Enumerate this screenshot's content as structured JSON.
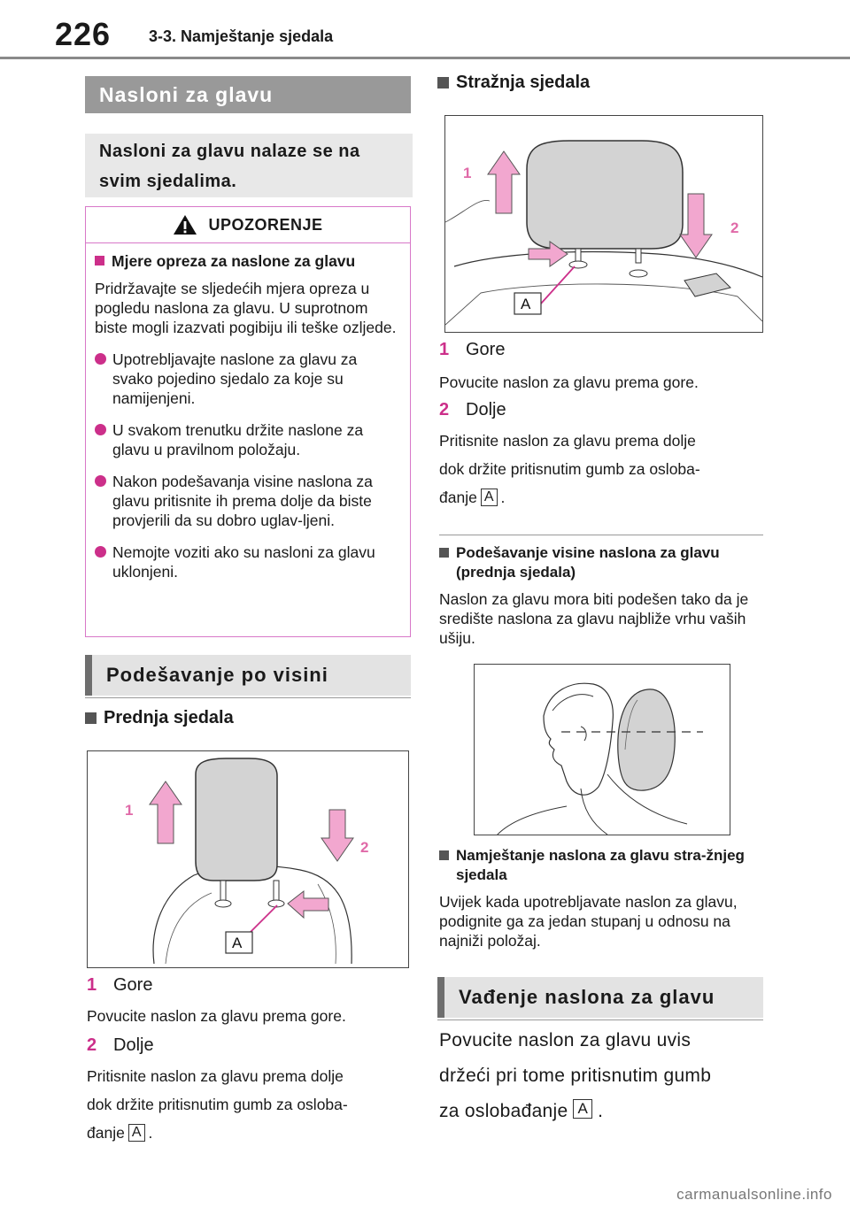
{
  "header": {
    "page_number": "226",
    "chapter": "3-3. Namještanje sjedala"
  },
  "left": {
    "section1_title": "Nasloni za glavu",
    "intro": "Nasloni za glavu nalaze se na svim sjedalima.",
    "warning": {
      "title": "UPOZORENJE",
      "subtitle": "Mjere opreza za naslone za glavu",
      "text": "Pridržavajte se sljedećih mjera opreza u pogledu naslona za glavu. U suprotnom biste mogli izazvati pogibiju ili teške ozljede.",
      "bullets": [
        "Upotrebljavajte naslone za glavu za svako pojedino sjedalo za koje su namijenjeni.",
        "U svakom trenutku držite naslone za glavu u pravilnom položaju.",
        "Nakon podešavanja visine naslona za glavu pritisnite ih prema dolje da biste provjerili da su dobro uglav-ljeni.",
        "Nemojte voziti ako su nasloni za glavu uklonjeni."
      ]
    },
    "section2_title": "Podešavanje po visini",
    "front_heading": "Prednja sjedala",
    "figure_labels": {
      "up": "1",
      "down": "2",
      "button": "A"
    },
    "step1": {
      "num": "1",
      "label": "Gore",
      "desc": "Povucite naslon za glavu prema gore."
    },
    "step2": {
      "num": "2",
      "label": "Dolje",
      "desc_a": "Pritisnite naslon za glavu prema dolje",
      "desc_b": "dok držite pritisnutim gumb za osloba-",
      "desc_c": "đanje",
      "key": "A",
      "end": "."
    }
  },
  "right": {
    "rear_heading": "Stražnja sjedala",
    "figure_labels": {
      "up": "1",
      "down": "2",
      "button": "A"
    },
    "step1": {
      "num": "1",
      "label": "Gore",
      "desc": "Povucite naslon za glavu prema gore."
    },
    "step2": {
      "num": "2",
      "label": "Dolje",
      "desc_a": "Pritisnite naslon za glavu prema dolje",
      "desc_b": "dok držite pritisnutim gumb za osloba-",
      "desc_c": "đanje",
      "key": "A",
      "end": "."
    },
    "adjust_heading": "Podešavanje visine naslona za glavu (prednja sjedala)",
    "adjust_text": "Naslon za glavu mora biti podešen tako da je središte naslona za glavu najbliže vrhu vaših ušiju.",
    "rear_adjust_heading": "Namještanje naslona za glavu stra-žnjeg sjedala",
    "rear_adjust_text": "Uvijek kada upotrebljavate naslon za glavu, podignite ga za jedan stupanj u odnosu na najniži položaj.",
    "section3_title": "Vađenje naslona za glavu",
    "removal_a": "Povucite naslon za glavu uvis",
    "removal_b": "držeći pri tome pritisnutim gumb",
    "removal_c": "za oslobađanje",
    "removal_key": "A",
    "removal_end": "."
  },
  "footer": {
    "watermark": "carmanualsonline.info"
  },
  "colors": {
    "accent": "#cc2f8a",
    "arrow_fill": "#f2a7cf",
    "title_bar": "#999999"
  }
}
